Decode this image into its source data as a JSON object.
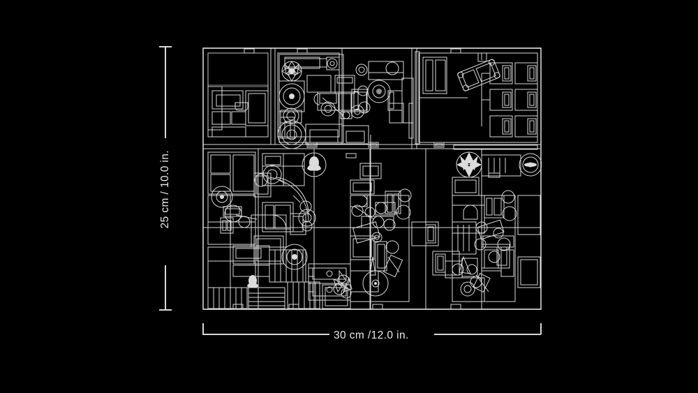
{
  "background_color": "#000000",
  "line_color": "#d9d9d9",
  "text_color": "#e9e9e9",
  "dimensions": {
    "vertical": {
      "label": "25 cm / 10.0 in.",
      "value_cm": 25,
      "value_in": 10.0,
      "orientation": "vertical",
      "name": "height"
    },
    "horizontal": {
      "label": "30 cm /12.0 in.",
      "value_cm": 30,
      "value_in": 12.0,
      "orientation": "horizontal",
      "name": "width"
    }
  },
  "plan": {
    "title": "",
    "view": "top-down floor plan line drawing",
    "description": "Technical white line-art top view of a multi-room modular building interior on black background",
    "icons": {
      "plant": "plant-icon",
      "fan": "fan-icon",
      "wheel": "wheel-icon",
      "drum": "drum-icon",
      "stairs": "stairs-icon",
      "bed_grid": "bed-grid-icon"
    }
  }
}
